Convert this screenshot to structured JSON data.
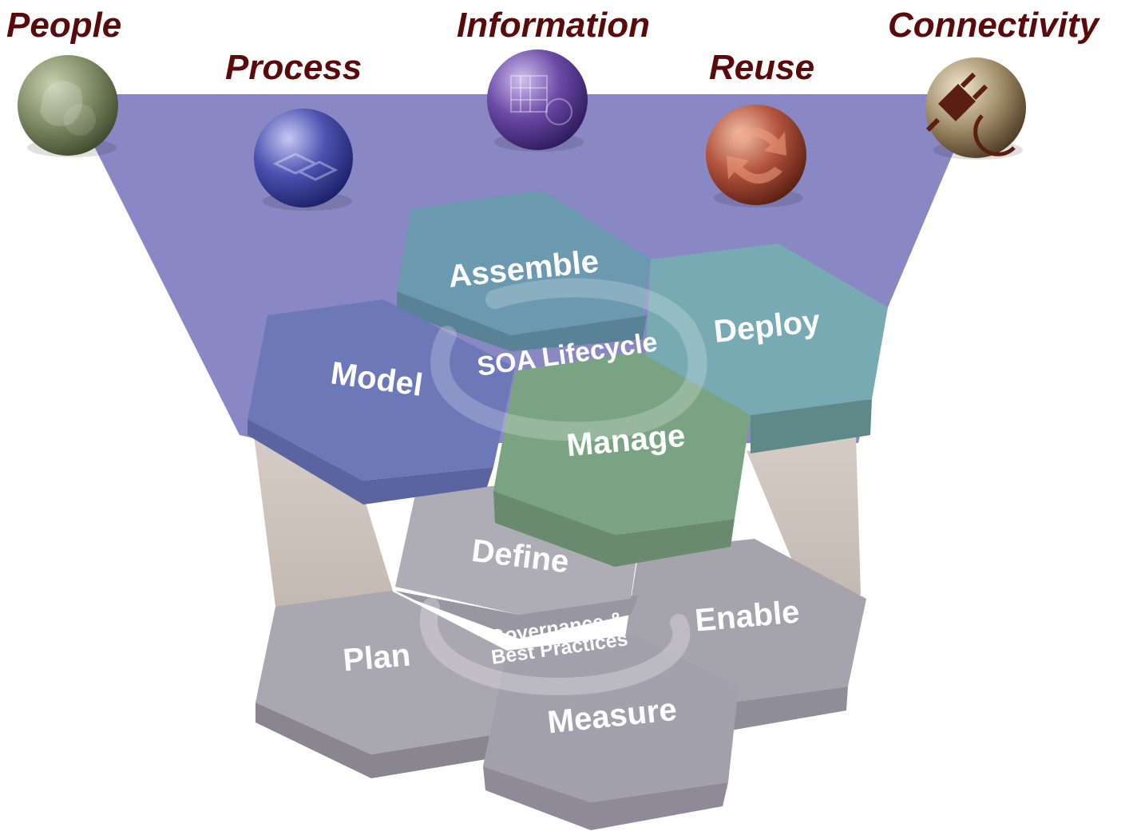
{
  "pillars": [
    {
      "id": "people",
      "label": "People",
      "icon": "people-icon",
      "color": "#7e8a64"
    },
    {
      "id": "process",
      "label": "Process",
      "icon": "process-icon",
      "color": "#4c52b0"
    },
    {
      "id": "information",
      "label": "Information",
      "icon": "information-icon",
      "color": "#6a4aa6"
    },
    {
      "id": "reuse",
      "label": "Reuse",
      "icon": "reuse-icon",
      "color": "#b5553f"
    },
    {
      "id": "connectivity",
      "label": "Connectivity",
      "icon": "connectivity-icon",
      "color": "#8a6f52"
    }
  ],
  "lifecycle": {
    "center_label": "SOA Lifecycle",
    "stages": {
      "assemble": "Assemble",
      "model": "Model",
      "deploy": "Deploy",
      "manage": "Manage"
    }
  },
  "governance": {
    "center_label_line1": "Governance &",
    "center_label_line2": "Best Practices",
    "stages": {
      "define": "Define",
      "plan": "Plan",
      "enable": "Enable",
      "measure": "Measure"
    }
  },
  "colors": {
    "funnel": "#8a88c4",
    "heading_text": "#5a0a0a",
    "assemble": "#6a99b0",
    "model": "#6c78b8",
    "deploy": "#77aab2",
    "manage": "#7aa384",
    "governance": "#a5a3ab",
    "pillar_posts": "#cfc3bd"
  }
}
